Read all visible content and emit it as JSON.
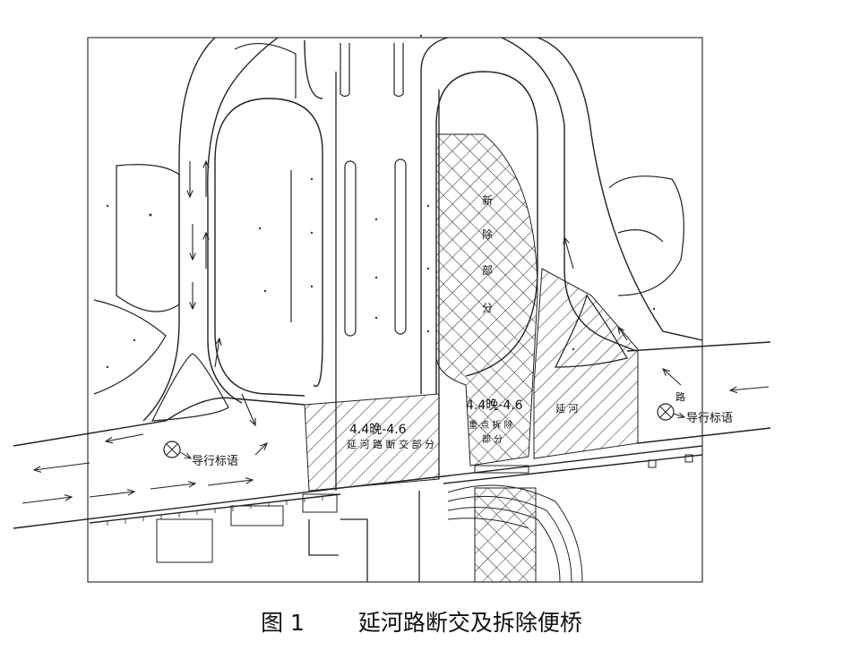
{
  "caption": {
    "figure_no": "图 1",
    "title": "延河路断交及拆除便桥"
  },
  "labels": {
    "zone_left_dates": "4.4晚-4.6",
    "zone_left_text": "延 河 路 断 交 部 分",
    "zone_mid_dates": "4.4晚-4.6",
    "zone_mid_text1": "重 点 拆 除",
    "zone_mid_text2": "部 分",
    "zone_right_text": "延    河",
    "hatch_vertical_chars": [
      "新",
      "除",
      "部",
      "分"
    ],
    "sign_left": "导行标语",
    "sign_right": "导行标语",
    "sign_right_char": "路"
  }
}
